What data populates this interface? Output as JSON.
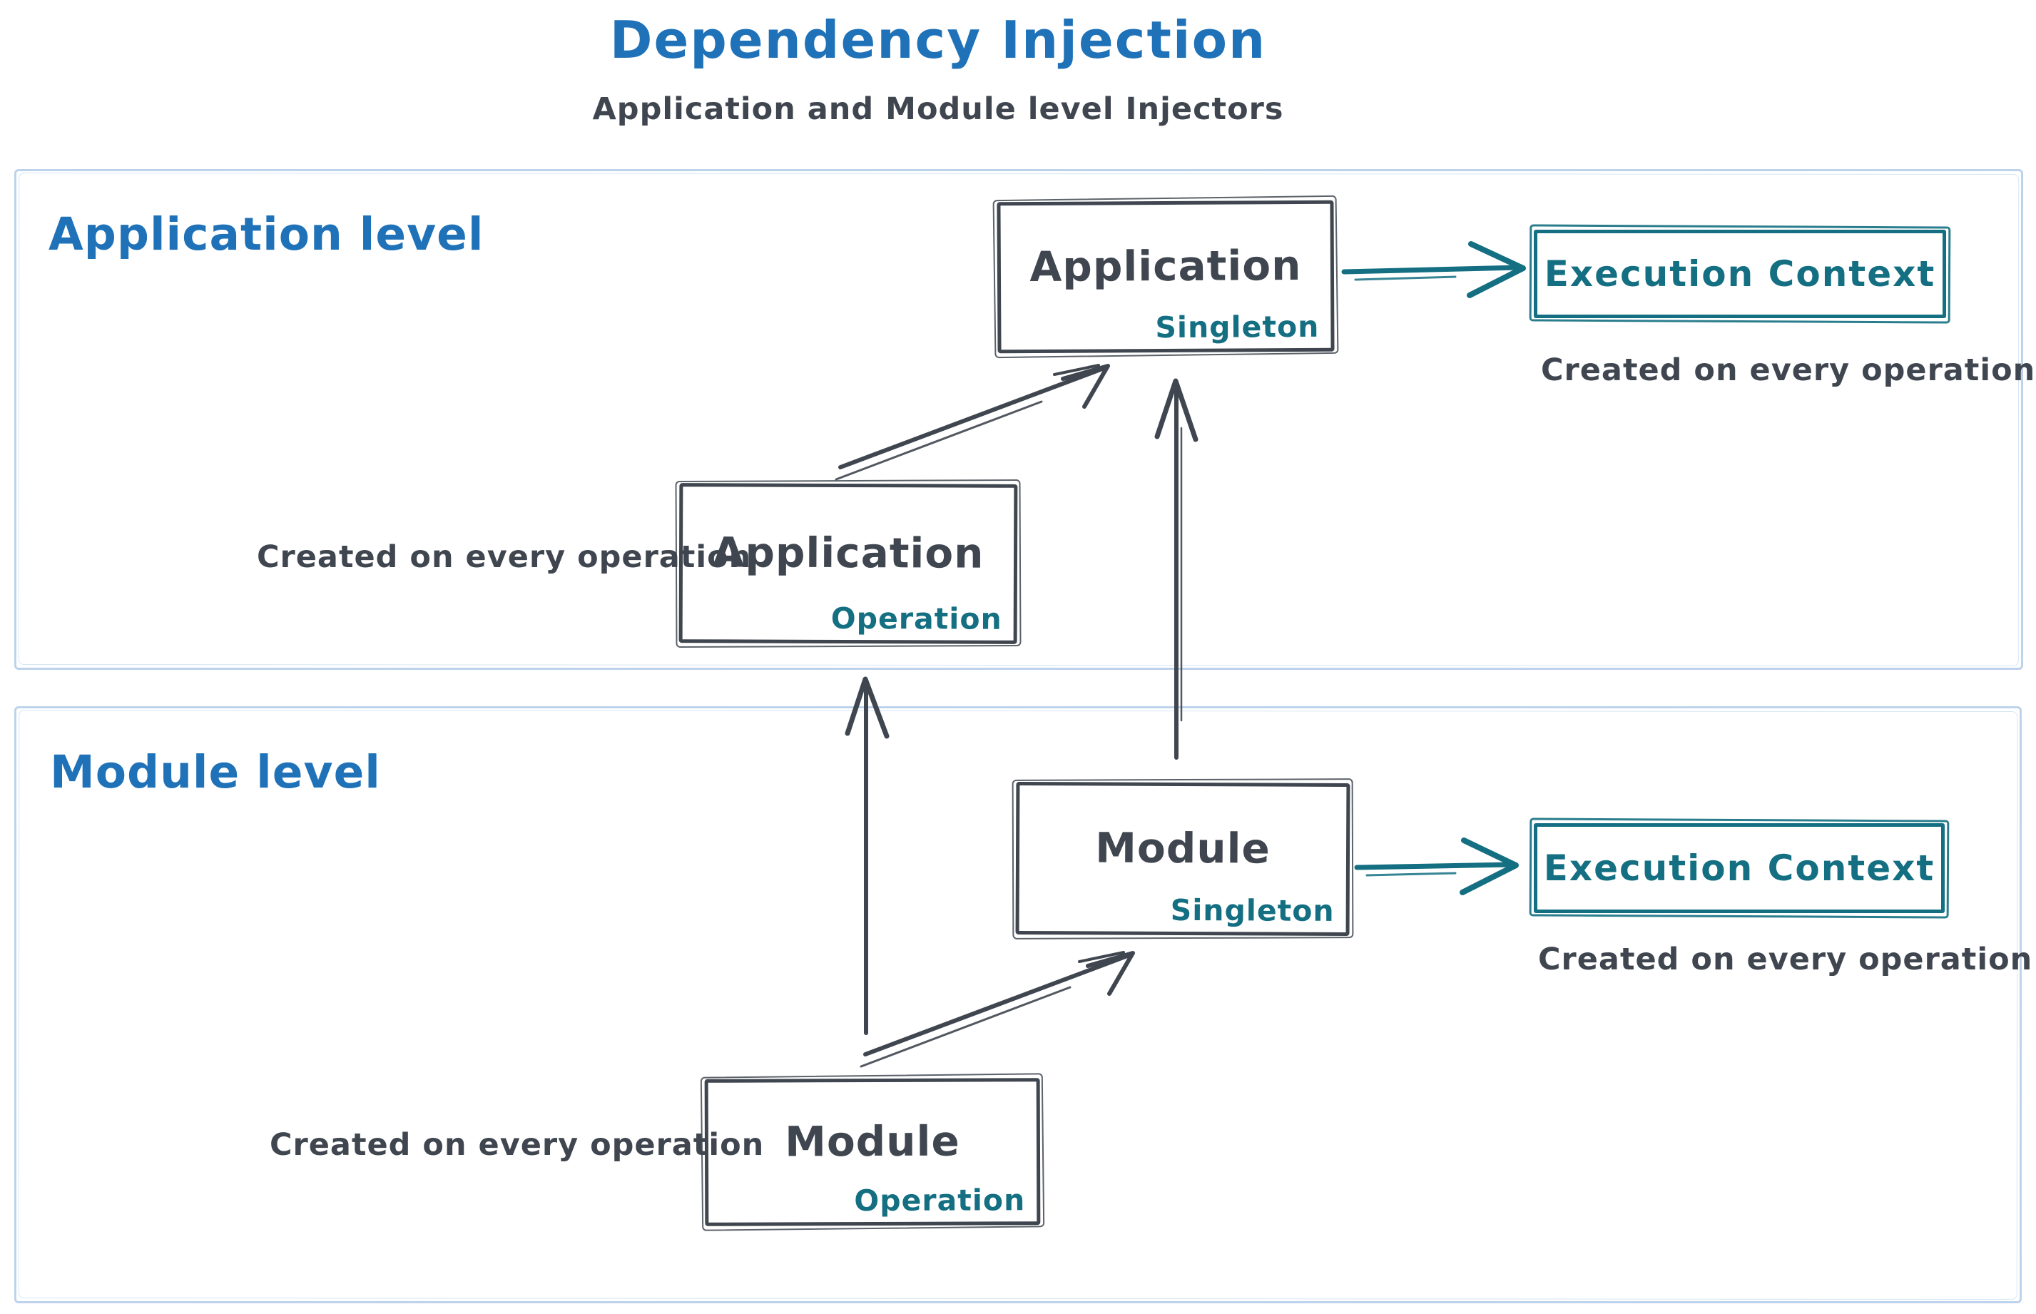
{
  "header": {
    "title": "Dependency Injection",
    "subtitle": "Application and Module level Injectors"
  },
  "colors": {
    "accent_blue": "#1f72b8",
    "teal": "#136f81",
    "ink": "#40464f",
    "region_border": "#bdd3ec"
  },
  "regions": [
    {
      "id": "application-level",
      "label": "Application level",
      "singleton_node": {
        "title": "Application",
        "badge": "Singleton"
      },
      "operation_node": {
        "title": "Application",
        "badge": "Operation"
      },
      "operation_caption": "Created on every operation",
      "execution_context": {
        "label": "Execution Context",
        "caption": "Created on every operation"
      }
    },
    {
      "id": "module-level",
      "label": "Module level",
      "singleton_node": {
        "title": "Module",
        "badge": "Singleton"
      },
      "operation_node": {
        "title": "Module",
        "badge": "Operation"
      },
      "operation_caption": "Created on every operation",
      "execution_context": {
        "label": "Execution Context",
        "caption": "Created on every operation"
      }
    }
  ],
  "edges": [
    {
      "from": "application-operation",
      "to": "application-singleton"
    },
    {
      "from": "application-singleton",
      "to": "application-execution-context"
    },
    {
      "from": "module-operation",
      "to": "application-operation"
    },
    {
      "from": "module-operation",
      "to": "module-singleton"
    },
    {
      "from": "module-singleton",
      "to": "application-singleton"
    },
    {
      "from": "module-singleton",
      "to": "module-execution-context"
    }
  ]
}
